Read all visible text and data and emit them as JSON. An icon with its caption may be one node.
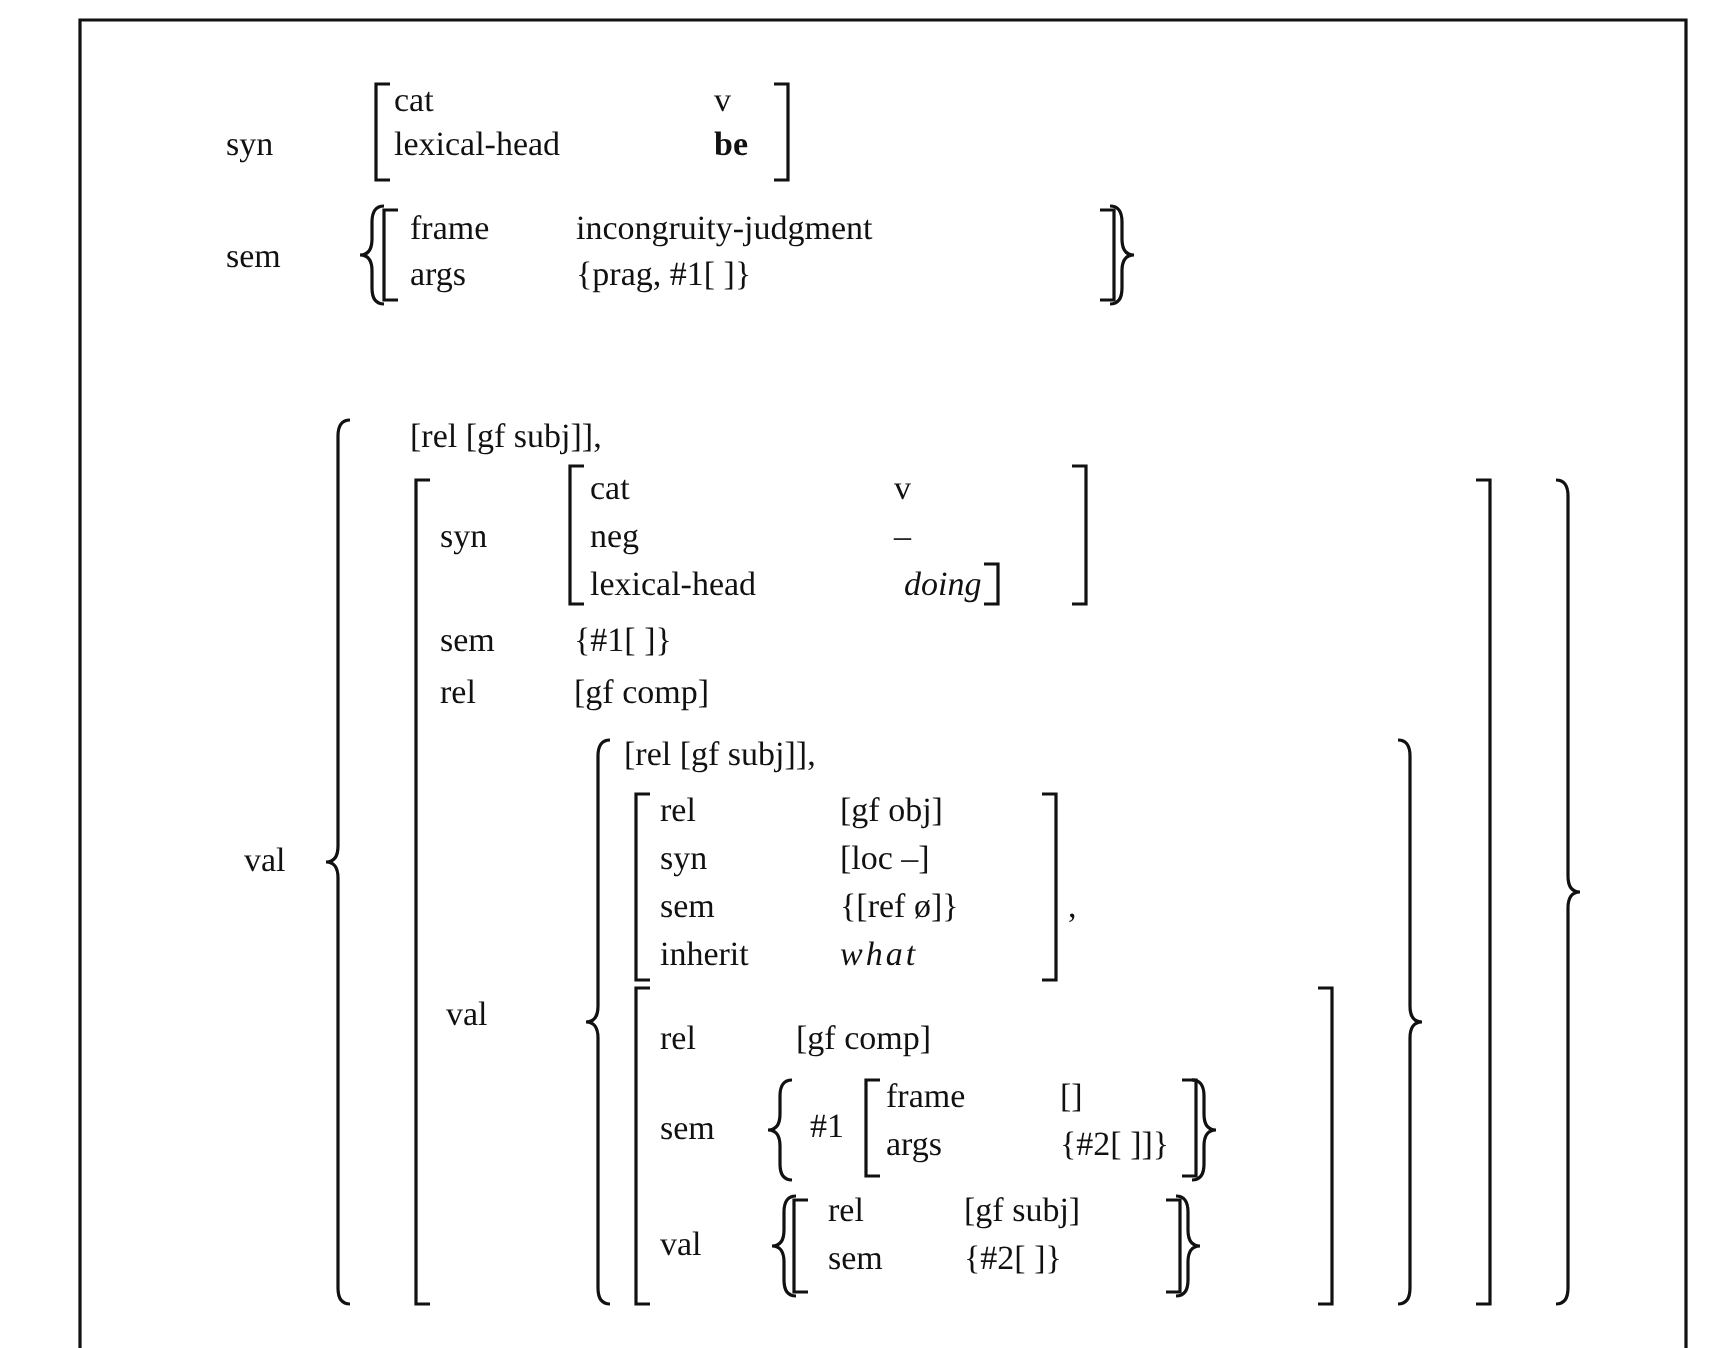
{
  "diagram": {
    "labels": [
      "syn",
      "cat",
      "v",
      "lexical-head",
      "be",
      "sem",
      "frame",
      "incongruity-judgment",
      "args",
      "{prag, #1[ ]}",
      "[rel [gf subj]],",
      "syn",
      "cat",
      "v",
      "neg",
      "–",
      "lexical-head",
      "doing",
      "sem",
      "{#1[ ]}",
      "rel",
      "[gf comp]",
      "[rel [gf subj]],",
      "rel",
      "[gf obj]",
      "val",
      "syn",
      "[loc –]",
      "sem",
      "{[ref ø]}",
      ",",
      "inherit",
      "what",
      "val",
      "rel",
      "[gf comp]",
      "sem",
      "#1",
      "frame",
      "[]",
      "args",
      "{#2[ ]]}",
      "val",
      "rel",
      "[gf subj]",
      "sem",
      "{#2[ ]}"
    ]
  }
}
